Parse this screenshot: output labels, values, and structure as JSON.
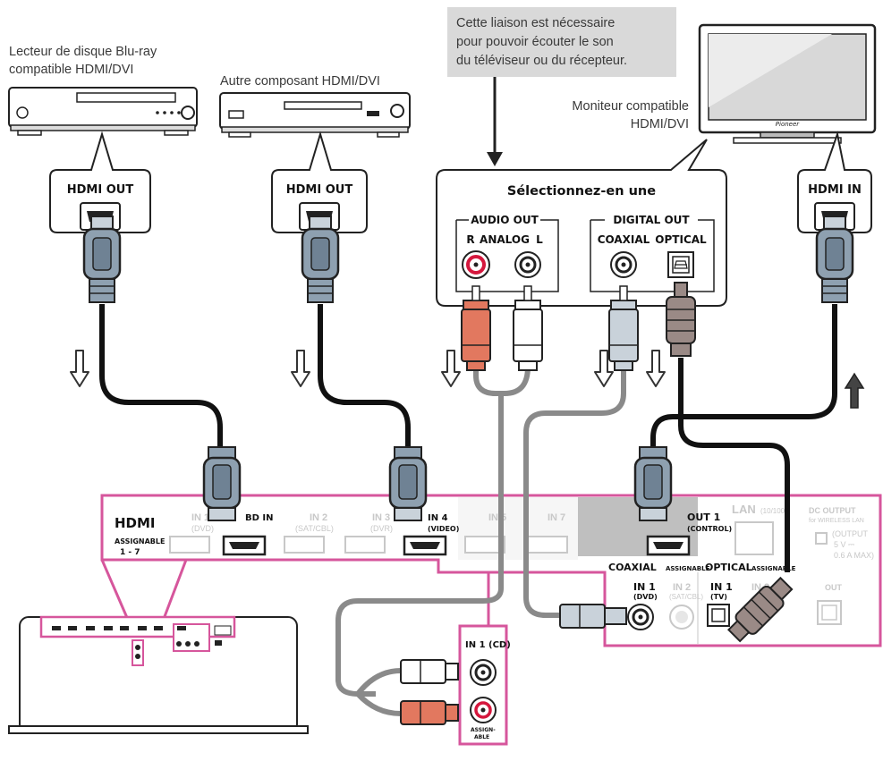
{
  "devices": {
    "bluray_label_1": "Lecteur de disque Blu-ray",
    "bluray_label_2": "compatible HDMI/DVI",
    "other_label": "Autre composant HDMI/DVI",
    "monitor_label_1": "Moniteur compatible",
    "monitor_label_2": "HDMI/DVI",
    "monitor_brand": "Pioneer"
  },
  "note": {
    "line1": "Cette liaison est nécessaire",
    "line2": "pour pouvoir écouter le son",
    "line3": "du téléviseur ou du récepteur."
  },
  "bubbles": {
    "hdmi_out_1": "HDMI OUT",
    "hdmi_out_2": "HDMI OUT",
    "hdmi_in": "HDMI IN",
    "select_title": "Sélectionnez-en une",
    "audio_out": "AUDIO OUT",
    "digital_out": "DIGITAL OUT",
    "r": "R",
    "analog": "ANALOG",
    "l": "L",
    "coaxial": "COAXIAL",
    "optical": "OPTICAL"
  },
  "panel": {
    "hdmi": "HDMI",
    "assignable": "ASSIGNABLE",
    "range": "1 - 7",
    "in1": "IN 1",
    "dvd": "(DVD)",
    "bd_in": "BD IN",
    "in2": "IN 2",
    "sat_cbl": "(SAT/CBL)",
    "in3": "IN 3",
    "dvr": "(DVR)",
    "in4": "IN 4",
    "video": "(VIDEO)",
    "in5": "IN 5",
    "in7": "IN 7",
    "out1": "OUT 1",
    "control": "(CONTROL)",
    "lan": "LAN",
    "lan_speed": "(10/100)",
    "dc_output": "DC OUTPUT",
    "wireless": "for WIRELESS LAN",
    "output_spec_1": "(OUTPUT",
    "output_spec_2": "5 V ⎓",
    "output_spec_3": "0.6 A MAX)",
    "coaxial": "COAXIAL",
    "coax_assignable": "ASSIGNABLE",
    "coax_in1": "IN 1",
    "coax_dvd": "(DVD)",
    "coax_in2": "IN 2",
    "coax_sat": "(SAT/CBL)",
    "optical": "OPTICAL",
    "opt_assignable": "ASSIGNABLE",
    "opt_in1": "IN 1",
    "opt_tv": "(TV)",
    "opt_in2": "IN 2",
    "opt_out": "OUT",
    "audio_in1_cd": "IN 1 (CD)",
    "assign_able_1": "ASSIGN-",
    "assign_able_2": "ABLE"
  },
  "colors": {
    "accent_magenta": "#d6569c",
    "cable_gray": "#8a8a8a",
    "plug_blue": "#8ea0b0",
    "plug_red": "#e2785f",
    "bubble_border": "#222222",
    "note_bg": "#d9d9d9"
  }
}
